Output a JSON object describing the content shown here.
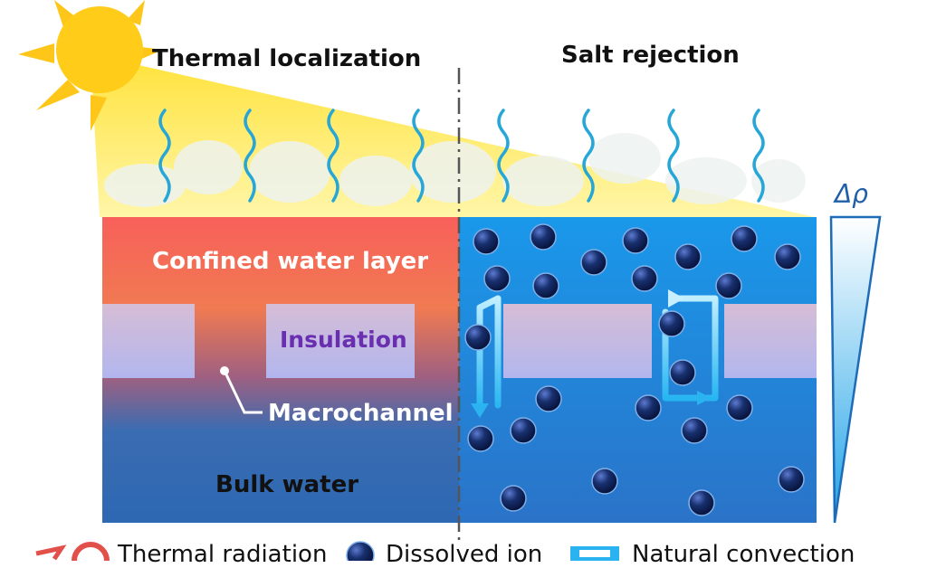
{
  "titles": {
    "left": "Thermal localization",
    "right": "Salt rejection"
  },
  "labels": {
    "confined": "Confined water layer",
    "insulation": "Insulation",
    "macrochannel": "Macrochannel",
    "bulk": "Bulk water",
    "delta_rho": "Δρ"
  },
  "legend": {
    "radiation": "Thermal radiation",
    "ion": "Dissolved ion",
    "convection": "Natural convection"
  },
  "colors": {
    "sun": "#ffd21a",
    "confined_top": "#f76a5a",
    "bulk": "#2f6fb8",
    "right_water": "#1f90e0",
    "insulation": "#c6b8e8",
    "ion": "#0e1f5a",
    "insulation_text": "#6a2fb0"
  }
}
